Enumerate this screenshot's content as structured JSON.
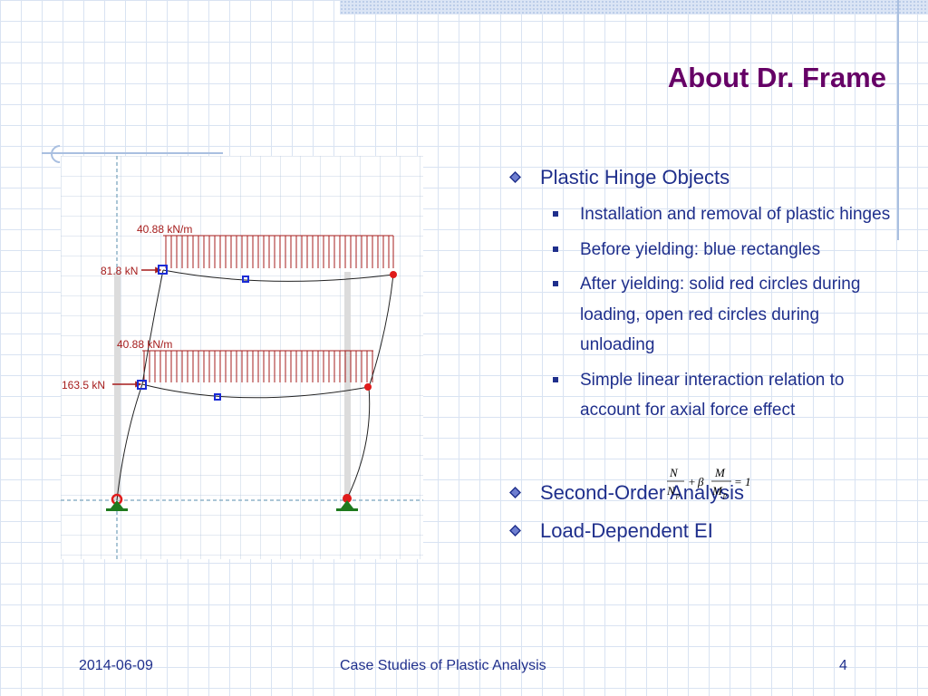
{
  "slide": {
    "title": "About Dr. Frame",
    "footer": {
      "date": "2014-06-09",
      "center": "Case Studies of Plastic Analysis",
      "page": "4"
    }
  },
  "figure": {
    "load_top_distributed": "40.88 kN/m",
    "load_top_point": "81.8 kN",
    "load_mid_distributed": "40.88 kN/m",
    "load_mid_point": "163.5 kN",
    "colors": {
      "load": "#a51c1c",
      "hinge_before": "#1a2bd6",
      "hinge_after": "#e01b1b",
      "support": "#1e7a1e"
    }
  },
  "bullets": [
    {
      "text": "Plastic Hinge Objects",
      "sub": [
        "Installation and removal of plastic hinges",
        "Before yielding: blue rectangles",
        "After yielding: solid red circles during loading, open red circles during unloading",
        "Simple linear interaction relation to account for axial force effect"
      ]
    },
    {
      "text": "Second-Order Analysis"
    },
    {
      "text": "Load-Dependent EI"
    }
  ],
  "formula": {
    "n": "N",
    "np": "N",
    "np_sub": "p",
    "beta": "β",
    "m": "M",
    "mp": "M",
    "mp_sub": "p",
    "plus": "+",
    "eq": "= 1"
  },
  "icons": {
    "bullet_level1": "diamond-icon",
    "bullet_level2": "square-icon"
  }
}
